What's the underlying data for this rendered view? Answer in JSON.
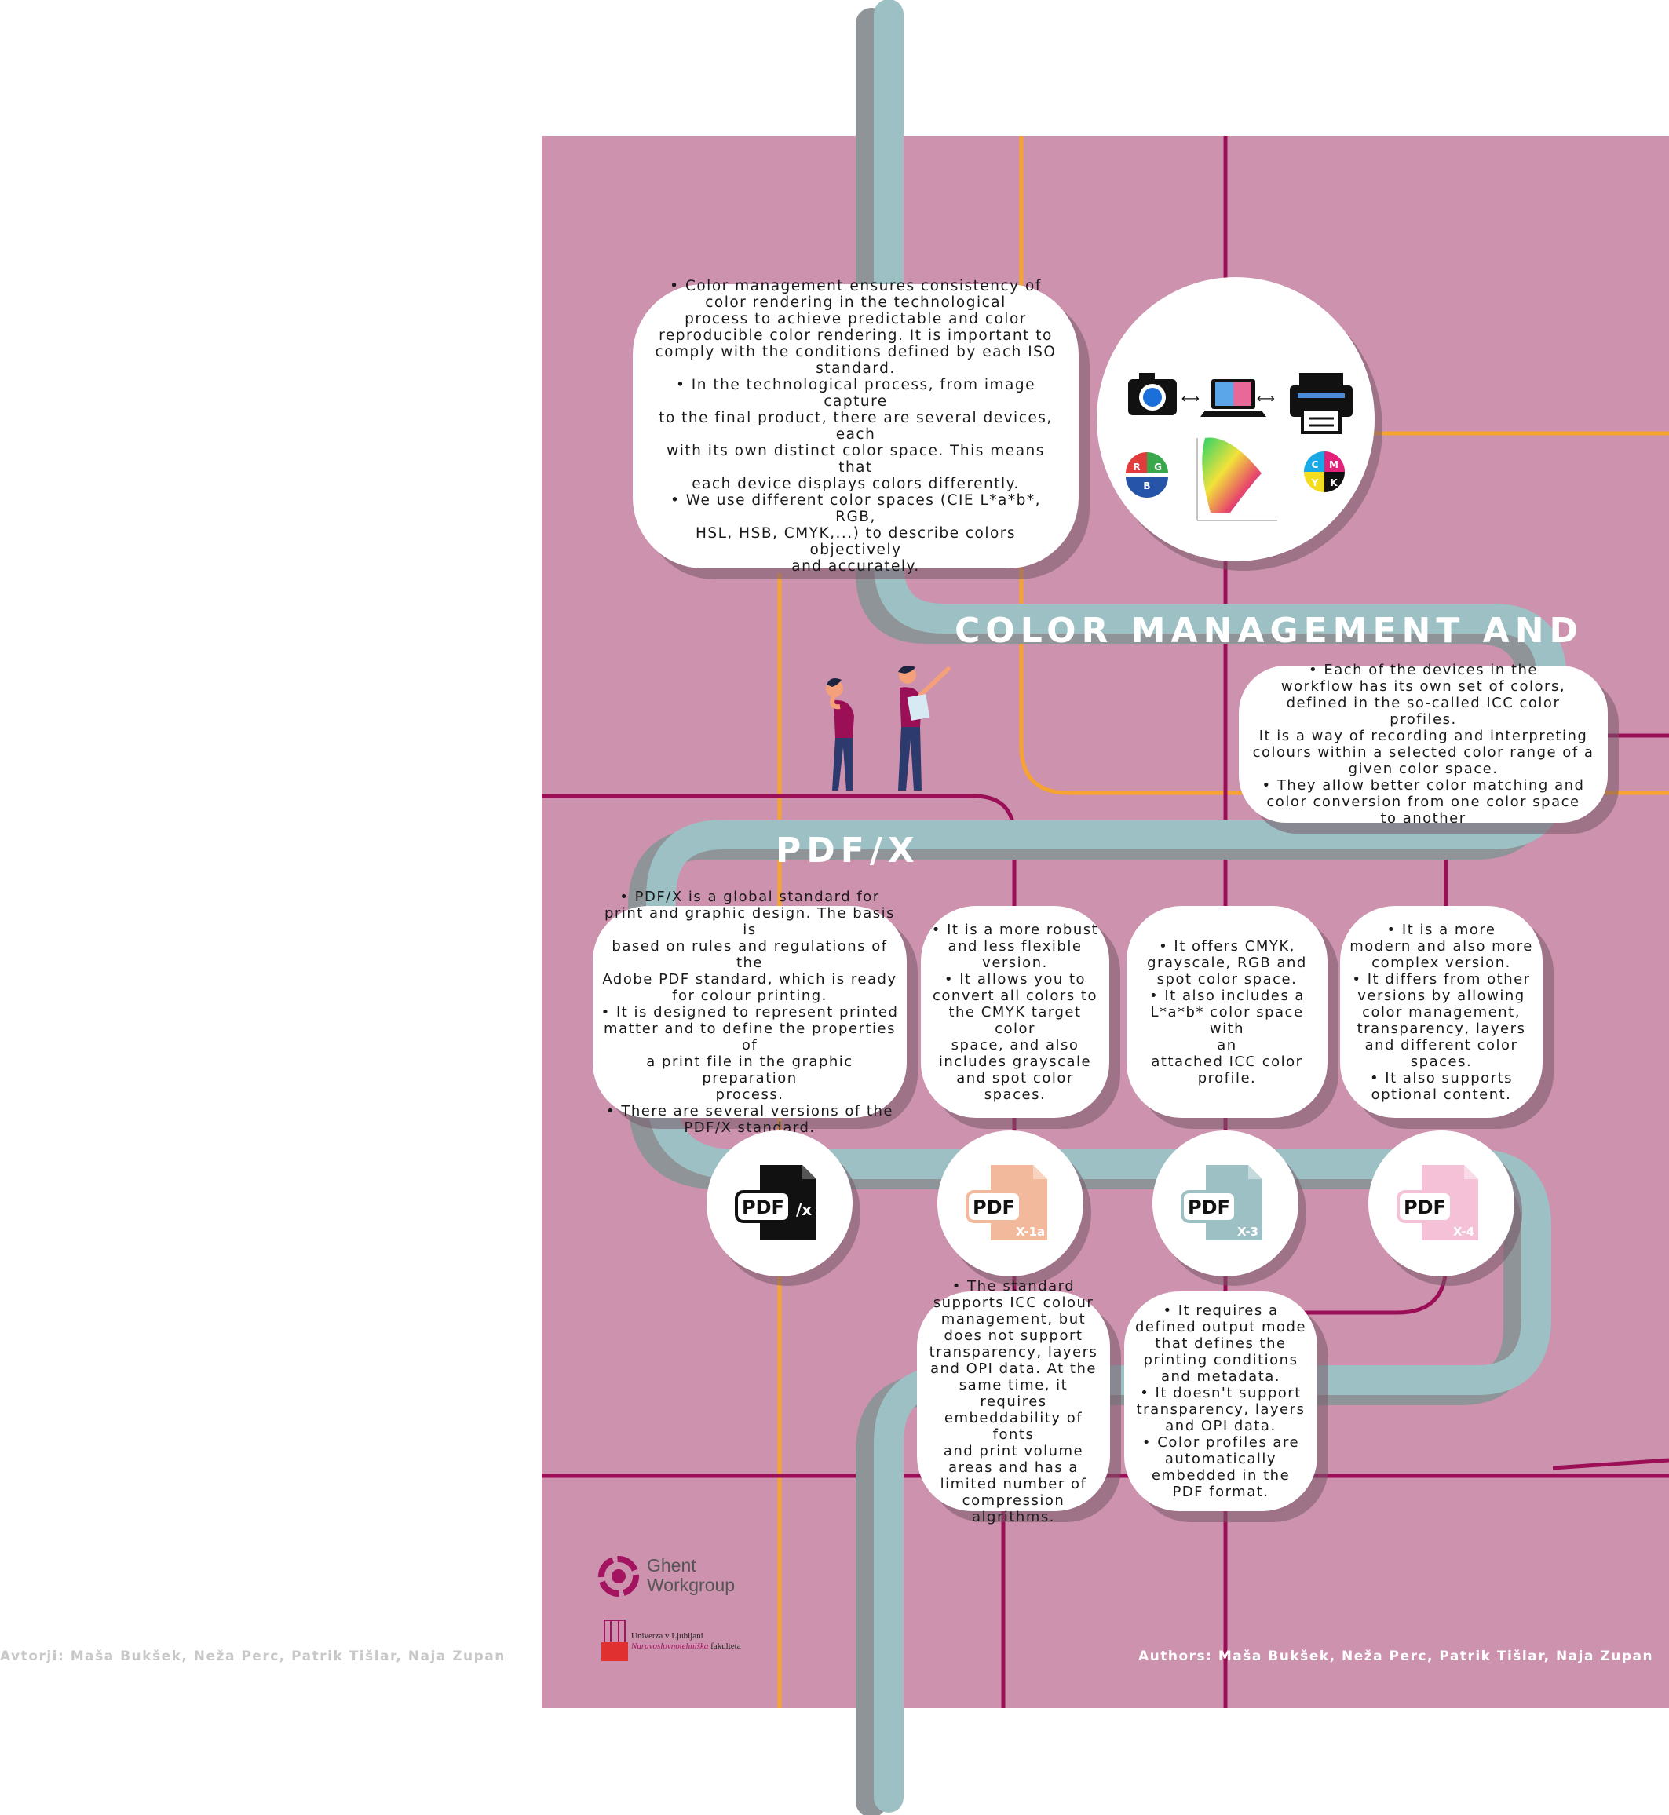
{
  "colors": {
    "poster_bg": "#cd92ae",
    "tube_teal": "#9cc0c3",
    "tube_shadow": "#8f9498",
    "line_orange": "#f6a330",
    "line_magenta": "#9b0f56",
    "bubble_bg": "#ffffff",
    "logo_magenta": "#a3135f",
    "logo_red": "#e03030"
  },
  "titles": {
    "color_management": "COLOR MANAGEMENT AND",
    "pdfx": "PDF/X"
  },
  "bubbles": {
    "color_management_intro": "• Color management ensures consistency of\ncolor rendering in the technological\nprocess to achieve predictable and color\nreproducible color rendering. It is important to\ncomply with the conditions defined by each ISO\nstandard.\n• In the technological process, from image capture\nto the final product, there are several devices, each\nwith its own distinct color space. This means that\neach device displays colors differently.\n• We use different color spaces (CIE L*a*b*, RGB,\nHSL, HSB, CMYK,...) to describe colors objectively\nand accurately.",
    "icc_profiles": "• Each of the devices in the\nworkflow has its own set of colors,\ndefined in the so-called ICC color profiles.\nIt is a way of recording and interpreting\ncolours within a selected color range of a\ngiven color space.\n• They allow better color  matching and\ncolor conversion from one color space\nto another",
    "pdfx_intro": "• PDF/X is a global standard for\nprint and graphic design. The basis is\nbased on rules and regulations of the\nAdobe PDF standard, which is ready\nfor colour printing.\n• It is designed to represent printed\nmatter and to define the properties of\na print file in the graphic preparation\nprocess.\n• There are several versions of the\nPDF/X standard.",
    "pdfx1a_top": "• It is a more robust\nand less flexible\nversion.\n• It allows you to\nconvert all colors to\nthe CMYK target color\nspace, and also\nincludes grayscale\nand spot color\nspaces.",
    "pdfx3_top": "• It offers CMYK,\ngrayscale, RGB and\nspot color space.\n• It also includes a\nL*a*b* color space with\nan\nattached ICC color\nprofile.",
    "pdfx4_top": "• It is a more\nmodern and also more\ncomplex version.\n• It   differs from other\nversions by allowing\ncolor management,\ntransparency, layers\nand different color\nspaces.\n• It also supports\noptional content.",
    "pdfx1a_bottom": "• The standard\nsupports ICC colour\nmanagement, but\ndoes not support\ntransparency, layers\nand OPI data. At the\nsame time, it requires\nembeddability of fonts\nand print volume\nareas and has a\nlimited number of\ncompression\nalgrithms.",
    "pdfx3_bottom": "• It requires a\ndefined output mode\nthat defines the\nprinting conditions\nand metadata.\n• It doesn't support\ntransparency, layers\nand OPI data.\n• Color profiles are\nautomatically\nembedded in the\nPDF format."
  },
  "pdf_icons": [
    {
      "label": "PDF",
      "suffix": "/x",
      "color": "#111111",
      "icon": "pdfx-file-icon"
    },
    {
      "label": "PDF",
      "suffix": "X-1a",
      "color": "#f2b99c",
      "icon": "pdfx1a-file-icon"
    },
    {
      "label": "PDF",
      "suffix": "X-3",
      "color": "#9cc0c3",
      "icon": "pdfx3-file-icon"
    },
    {
      "label": "PDF",
      "suffix": "X-4",
      "color": "#f4c1d7",
      "icon": "pdfx4-file-icon"
    }
  ],
  "devices": {
    "rgb": [
      "R",
      "G",
      "B"
    ],
    "cmyk": [
      "C",
      "M",
      "Y",
      "K"
    ],
    "icons": [
      "camera-icon",
      "laptop-icon",
      "printer-icon",
      "chromaticity-diagram-icon"
    ]
  },
  "logos": {
    "ghent_line1": "Ghent",
    "ghent_line2": "Workgroup",
    "uni_line1": "Univerza v Ljubljani",
    "uni_line2": "Naravoslovnotehniška",
    "uni_line3": "fakulteta"
  },
  "authors": {
    "slovene": "Avtorji: Maša Bukšek, Neža Perc, Patrik Tišlar, Naja Zupan",
    "english": "Authors: Maša Bukšek, Neža Perc, Patrik Tišlar, Naja Zupan"
  }
}
